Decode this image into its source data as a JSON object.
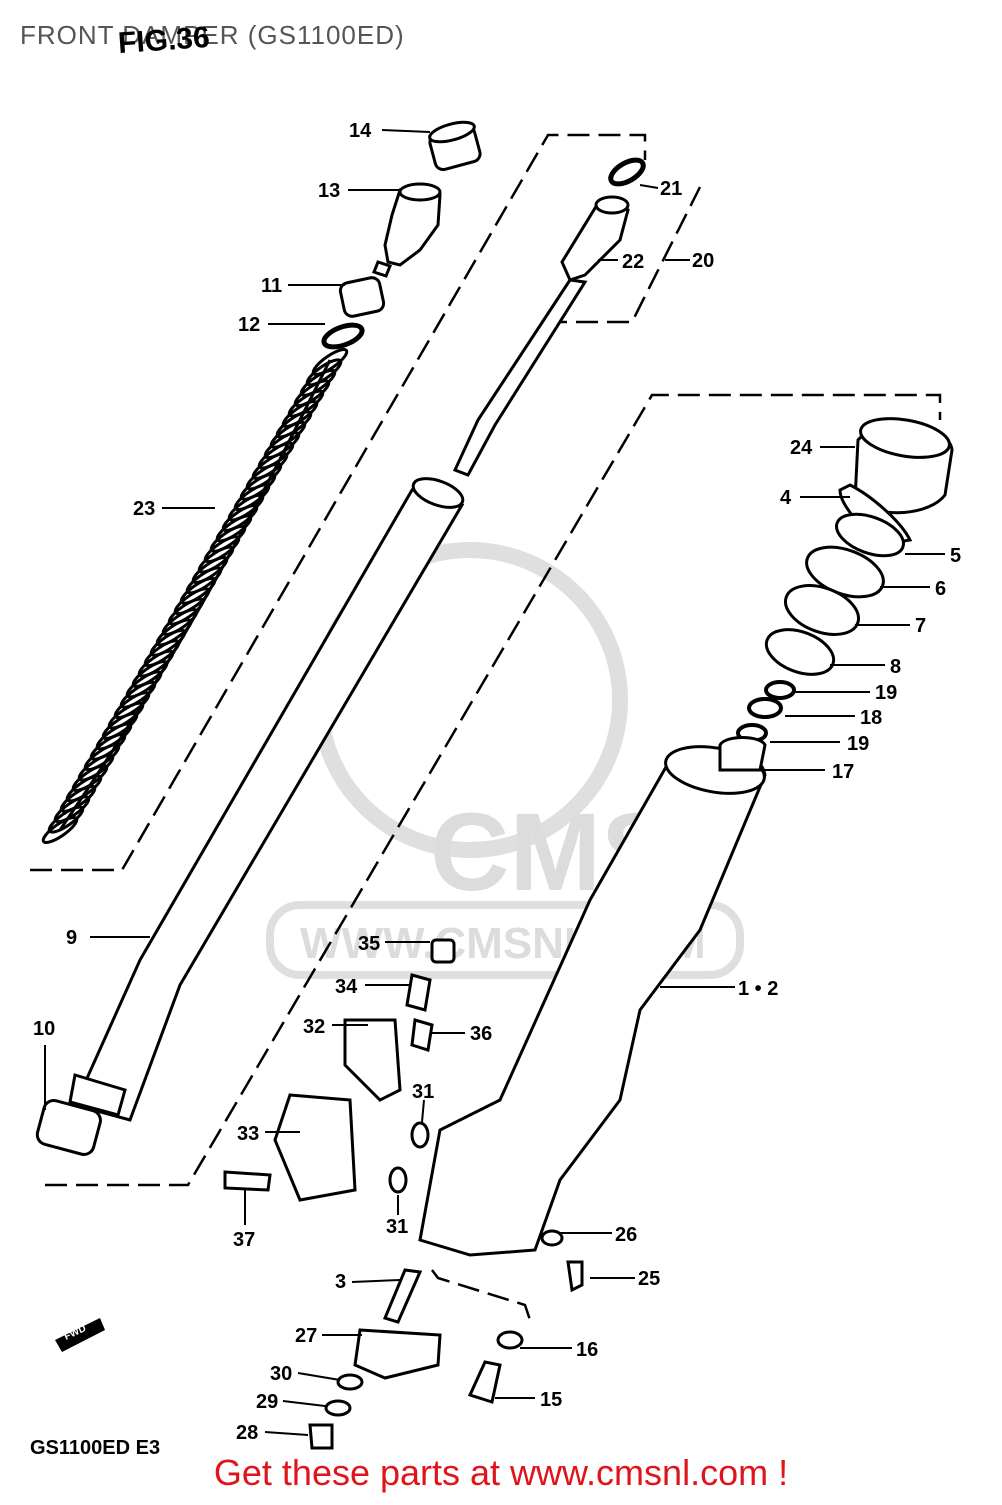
{
  "header": {
    "title": "FRONT DAMPER (GS1100ED)",
    "stamp": "FIG.36"
  },
  "footer": {
    "model_code": "GS1100ED E3",
    "link_text": "Get these parts at www.cmsnl.com !"
  },
  "watermark": {
    "brand": "CMS",
    "url": "WWW.CMSNL.COM"
  },
  "fwd_tag": "FWD",
  "callouts": [
    {
      "id": "c14",
      "text": "14"
    },
    {
      "id": "c13",
      "text": "13"
    },
    {
      "id": "c11",
      "text": "11"
    },
    {
      "id": "c12",
      "text": "12"
    },
    {
      "id": "c23",
      "text": "23"
    },
    {
      "id": "c21",
      "text": "21"
    },
    {
      "id": "c22",
      "text": "22"
    },
    {
      "id": "c20",
      "text": "20"
    },
    {
      "id": "c24",
      "text": "24"
    },
    {
      "id": "c4",
      "text": "4"
    },
    {
      "id": "c5",
      "text": "5"
    },
    {
      "id": "c6",
      "text": "6"
    },
    {
      "id": "c7",
      "text": "7"
    },
    {
      "id": "c8",
      "text": "8"
    },
    {
      "id": "c19a",
      "text": "19"
    },
    {
      "id": "c18",
      "text": "18"
    },
    {
      "id": "c19b",
      "text": "19"
    },
    {
      "id": "c17",
      "text": "17"
    },
    {
      "id": "c9",
      "text": "9"
    },
    {
      "id": "c10",
      "text": "10"
    },
    {
      "id": "c35",
      "text": "35"
    },
    {
      "id": "c12b",
      "text": "1 • 2"
    },
    {
      "id": "c34",
      "text": "34"
    },
    {
      "id": "c32",
      "text": "32"
    },
    {
      "id": "c36",
      "text": "36"
    },
    {
      "id": "c31a",
      "text": "31"
    },
    {
      "id": "c33",
      "text": "33"
    },
    {
      "id": "c31b",
      "text": "31"
    },
    {
      "id": "c37",
      "text": "37"
    },
    {
      "id": "c26",
      "text": "26"
    },
    {
      "id": "c25",
      "text": "25"
    },
    {
      "id": "c3",
      "text": "3"
    },
    {
      "id": "c27",
      "text": "27"
    },
    {
      "id": "c16",
      "text": "16"
    },
    {
      "id": "c30",
      "text": "30"
    },
    {
      "id": "c29",
      "text": "29"
    },
    {
      "id": "c15",
      "text": "15"
    },
    {
      "id": "c28",
      "text": "28"
    }
  ],
  "colors": {
    "line": "#000000",
    "footer_text": "#e0141b",
    "watermark": "#d9d9d9"
  }
}
